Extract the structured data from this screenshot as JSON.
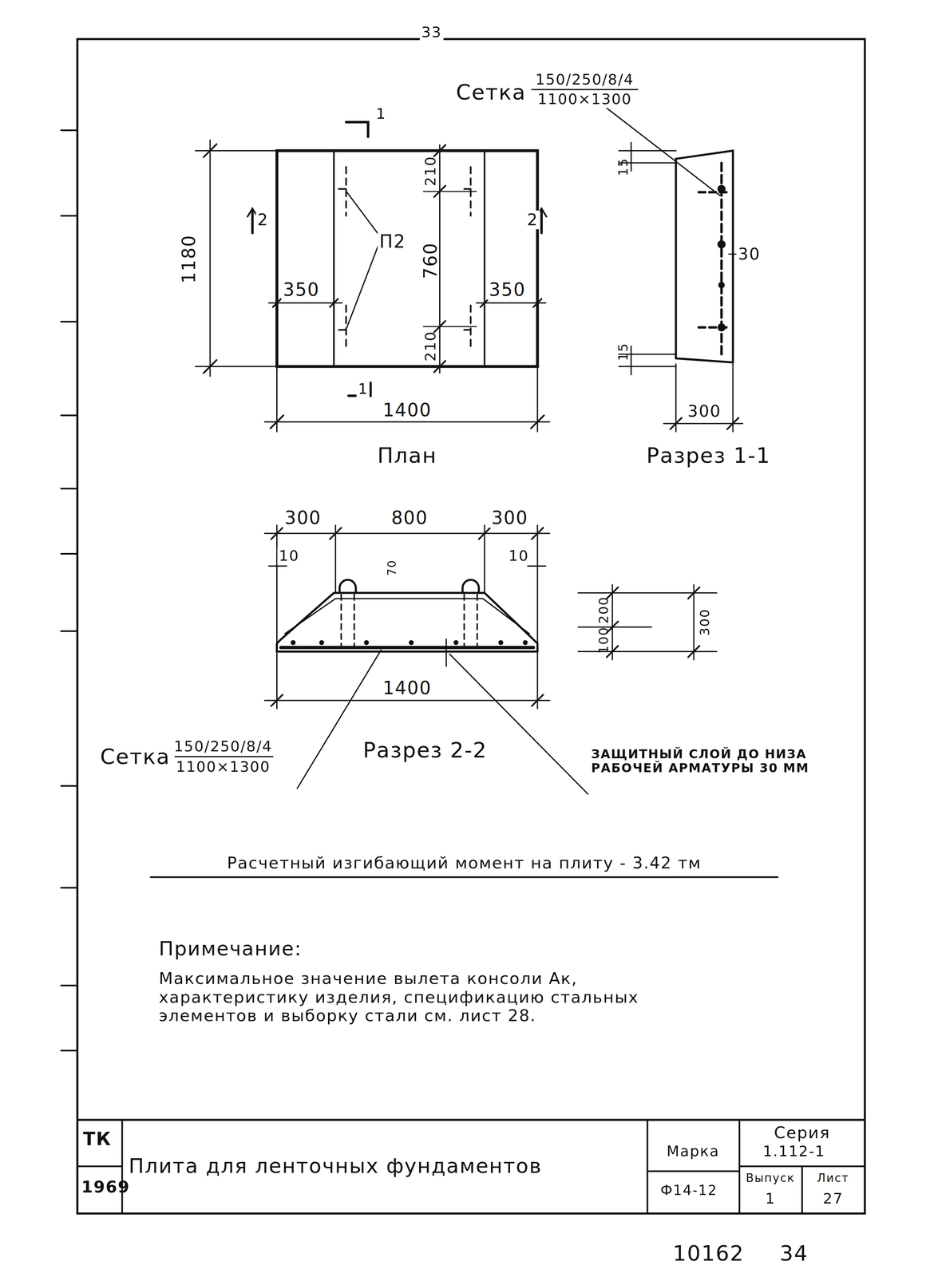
{
  "diagram": {
    "title": "Плита для ленточных фундаментов",
    "labels": [
      "33",
      "Сетка",
      "150/250/8/4",
      "1100×1300",
      "1",
      "1180",
      "2",
      "П2",
      "210",
      "760",
      "210",
      "350",
      "350",
      "2",
      "1",
      "1400",
      "План",
      "15",
      "30",
      "15",
      "300",
      "Разрез 1-1",
      "300",
      "800",
      "300",
      "10",
      "10",
      "70",
      "1400",
      "100",
      "200",
      "300",
      "Сетка",
      "150/250/8/4",
      "1100×1300",
      "Разрез 2-2",
      "ЗАЩИТНЫЙ СЛОЙ ДО НИЗА РАБОЧЕЙ АРМАТУРЫ 30 ММ",
      "Расчетный изгибающий момент на плиту - 3.42 тм",
      "Примечание:",
      "Максимальное значение вылета консоли Ак, характеристику изделия, спецификацию стальных элементов и выборку стали см. лист 28.",
      "ТК",
      "1969",
      "Марка",
      "Ф14-12",
      "Серия",
      "1.112-1",
      "Выпуск",
      "1",
      "Лист",
      "27",
      "10162",
      "34"
    ]
  }
}
